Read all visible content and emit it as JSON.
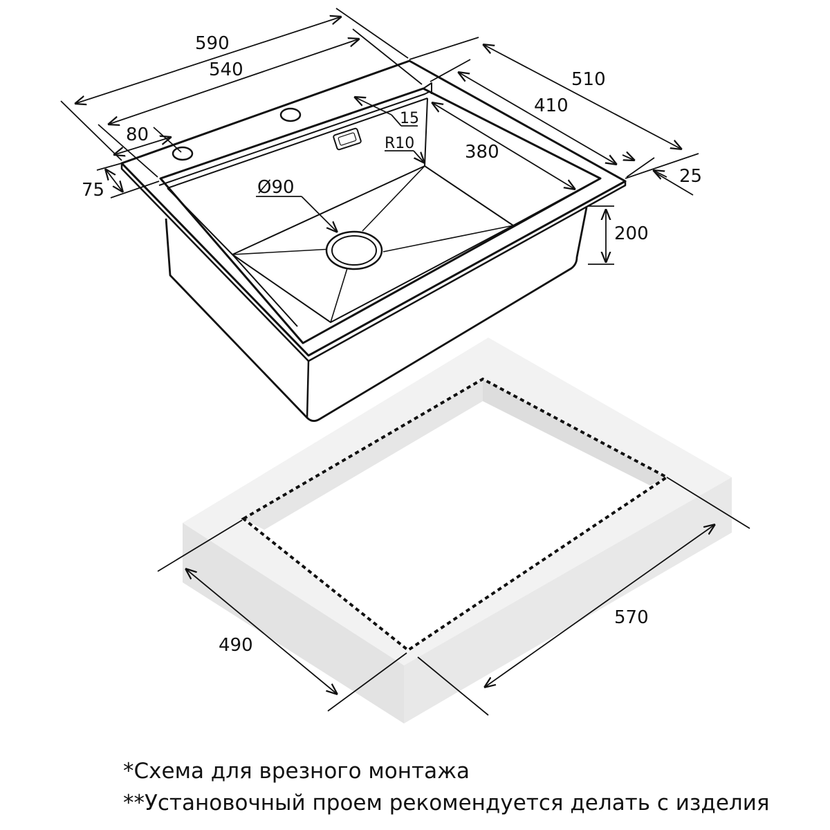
{
  "dimensions": {
    "d590": "590",
    "d540": "540",
    "d510": "510",
    "d410": "410",
    "d380": "380",
    "d80": "80",
    "d75": "75",
    "d15": "15",
    "d25": "25",
    "d200": "200",
    "r10": "R10",
    "dia90": "Ø90",
    "d490": "490",
    "d570": "570"
  },
  "notes": {
    "line1": "*Схема для врезного монтажа",
    "line2": "**Установочный проем рекомендуется делать с изделия"
  },
  "colors": {
    "line": "#111111",
    "countertop_top": "#f2f2f2",
    "countertop_side": "#e3e3e3"
  }
}
